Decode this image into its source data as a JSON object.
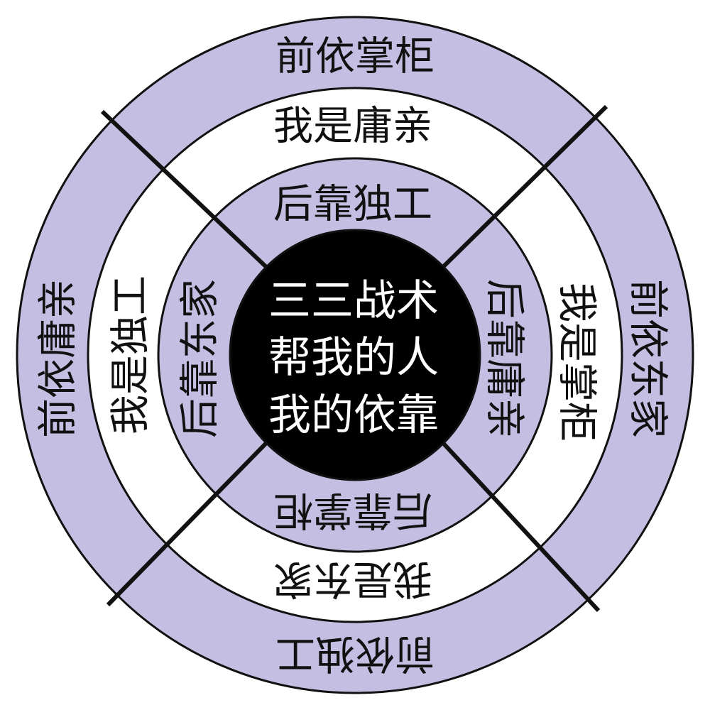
{
  "colors": {
    "ring_fill": "#C5BEE3",
    "white_ring": "#FFFFFF",
    "center_fill": "#000000",
    "stroke": "#111111",
    "center_text": "#FFFFFF"
  },
  "center": {
    "lines": [
      "三三战术",
      "帮我的人",
      "我的依靠"
    ]
  },
  "outer_ring": {
    "top": "前依掌柜",
    "right": "前依东家",
    "bottom": "前依独工",
    "left": "前依庸亲"
  },
  "middle_ring": {
    "top": "我是庸亲",
    "right": "我是掌柜",
    "bottom": "我是东家",
    "left": "我是独工"
  },
  "inner_ring": {
    "top": "后靠独工",
    "right": "后靠庸亲",
    "bottom": "后靠掌柜",
    "left": "后靠东家"
  }
}
